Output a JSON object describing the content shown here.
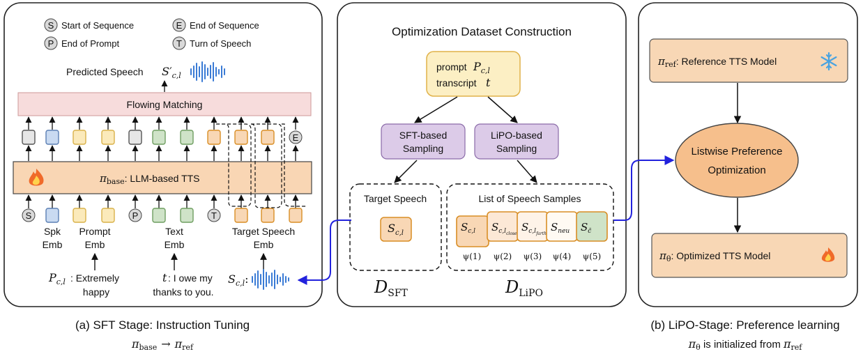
{
  "colors": {
    "token_gray": "#e6e6e6",
    "token_blue": "#c9daf1",
    "token_yellow": "#fbeabb",
    "token_green": "#cfe3c8",
    "token_orange": "#f8d7b5",
    "llm_bar": "#f9d6b4",
    "flow_bar": "#f7dcdc",
    "purple_box": "#dccbe8",
    "prompt_box": "#fcefc4",
    "ellipse": "#f6bf8c",
    "arrow_blue": "#2222dd"
  },
  "sft_panel": {
    "legend": [
      {
        "symbol": "S",
        "text": "Start of Sequence"
      },
      {
        "symbol": "E",
        "text": "End of Sequence"
      },
      {
        "symbol": "P",
        "text": "End of Prompt"
      },
      {
        "symbol": "T",
        "text": "Turn of Speech"
      }
    ],
    "predicted_label": "Predicted Speech",
    "predicted_symbol": "S′",
    "predicted_sub": "c,l",
    "flow_label": "Flowing Matching",
    "llm_pi": "π",
    "llm_sub": "base",
    "llm_label": ": LLM-based TTS",
    "fire_icon": "fire-icon",
    "input_symbols": [
      "S",
      "P",
      "T"
    ],
    "output_symbol": "E",
    "emb": {
      "spk1": "Spk",
      "spk2": "Emb",
      "prompt1": "Prompt",
      "prompt2": "Emb",
      "text1": "Text",
      "text2": "Emb",
      "target1": "Target Speech",
      "target2": "Emb"
    },
    "prompt_var": "P",
    "prompt_var_sub": "c,l",
    "prompt_text1": ": Extremely",
    "prompt_text2": "happy",
    "text_var": "t",
    "text_text1": ": I owe my",
    "text_text2": "thanks to you.",
    "target_var": "S",
    "target_var_sub": "c,l",
    "target_colon": ":"
  },
  "dataset_panel": {
    "title": "Optimization Dataset Construction",
    "prompt_word": "prompt",
    "prompt_var": "P",
    "prompt_var_sub": "c,l",
    "transcript_word": "transcript",
    "transcript_var": "t",
    "sft_sampling1": "SFT-based",
    "sft_sampling2": "Sampling",
    "lipo_sampling1": "LiPO-based",
    "lipo_sampling2": "Sampling",
    "target_speech_label": "Target Speech",
    "target_symbol": "S",
    "target_sub": "c,l",
    "list_label": "List of Speech Samples",
    "samples": [
      {
        "sym": "S",
        "sub": "c,l",
        "subsub": "",
        "psi": "ψ(1)"
      },
      {
        "sym": "S",
        "sub": "c,l",
        "subsub": "closest",
        "psi": "ψ(2)"
      },
      {
        "sym": "S",
        "sub": "c,l",
        "subsub": "farthest",
        "psi": "ψ(3)"
      },
      {
        "sym": "S",
        "sub": "neu",
        "subsub": "",
        "psi": "ψ(4)"
      },
      {
        "sym": "S",
        "sub": "c̄",
        "subsub": "",
        "psi": "ψ(5)"
      }
    ],
    "d_sft": "D",
    "d_sft_sub": "SFT",
    "d_lipo": "D",
    "d_lipo_sub": "LiPO"
  },
  "lipo_panel": {
    "ref_pi": "π",
    "ref_sub": "ref",
    "ref_label": ": Reference TTS Model",
    "snowflake_icon": "snowflake-icon",
    "ellipse_line1": "Listwise Preference",
    "ellipse_line2": "Optimization",
    "opt_pi": "π",
    "opt_sub": "θ",
    "opt_label": ": Optimized TTS Model",
    "fire_icon": "fire-icon"
  },
  "captions": {
    "a_title": "(a) SFT Stage: Instruction Tuning",
    "a_pi1": "π",
    "a_pi1_sub": "base",
    "a_arrow": "→",
    "a_pi2": "π",
    "a_pi2_sub": "ref",
    "b_title": "(b) LiPO-Stage: Preference learning",
    "b_pi1": "π",
    "b_pi1_sub": "θ",
    "b_mid": " is initialized from ",
    "b_pi2": "π",
    "b_pi2_sub": "ref"
  }
}
